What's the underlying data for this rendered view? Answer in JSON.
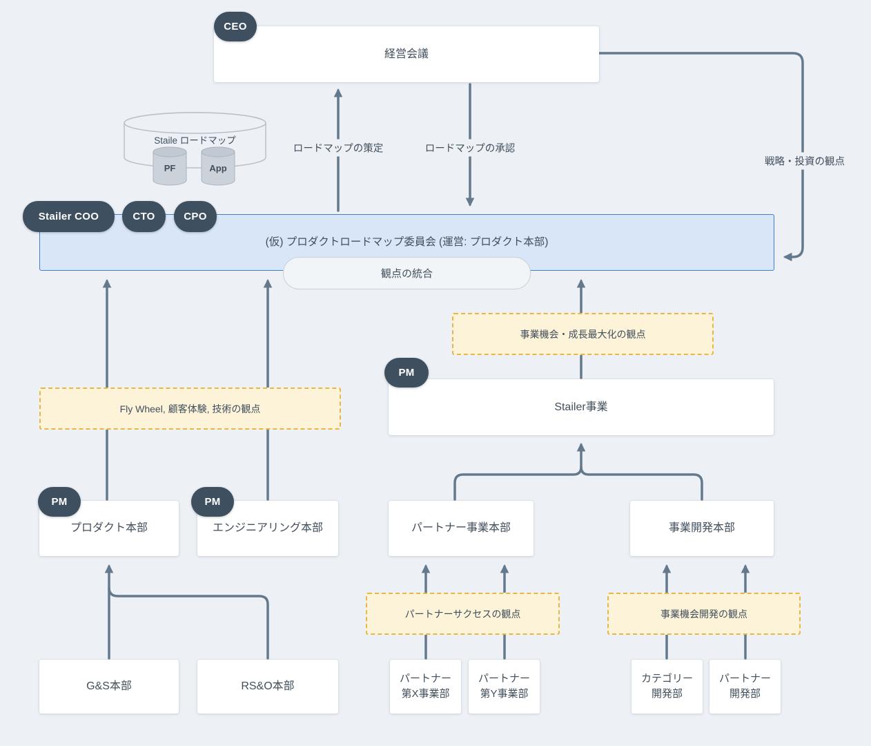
{
  "colors": {
    "background": "#EDF1F6",
    "connector": "#64798C",
    "text": "#414E5C",
    "badge_bg": "#3E4F5F",
    "badge_text": "#FFFFFF",
    "committee_fill": "#D9E6F7",
    "committee_border": "#4080C9",
    "note_fill": "#FCF3D8",
    "note_border": "#E5B845",
    "cylinder_stroke": "#B7C0CA",
    "cylinder_fill": "#CBD2DA"
  },
  "badges": {
    "ceo": "CEO",
    "stailer_coo": "Stailer COO",
    "cto": "CTO",
    "cpo": "CPO",
    "pm_stailer": "PM",
    "pm_product": "PM",
    "pm_engineering": "PM"
  },
  "nodes": {
    "management_meeting": "経営会議",
    "roadmap_store": "Staile ロードマップ",
    "roadmap_pf": "PF",
    "roadmap_app": "App",
    "committee": "(仮) プロダクトロードマップ委員会 (運営: プロダクト本部)",
    "integration_pill": "観点の統合",
    "stailer_business": "Stailer事業",
    "product_hq": "プロダクト本部",
    "engineering_hq": "エンジニアリング本部",
    "partner_business_hq": "パートナー事業本部",
    "business_dev_hq": "事業開発本部",
    "gs_hq": "G&S本部",
    "rso_hq": "RS&O本部",
    "partner_x_div": "パートナー\n第X事業部",
    "partner_y_div": "パートナー\n第Y事業部",
    "category_dev_div": "カテゴリー\n開発部",
    "partner_dev_div": "パートナー\n開発部"
  },
  "edge_labels": {
    "formulate": "ロードマップの策定",
    "approve": "ロードマップの承認",
    "strategy": "戦略・投資の観点"
  },
  "perspectives": {
    "flywheel": "Fly Wheel, 顧客体験, 技術の観点",
    "growth": "事業機会・成長最大化の観点",
    "partner_success": "パートナーサクセスの観点",
    "bizdev": "事業機会開発の観点"
  }
}
